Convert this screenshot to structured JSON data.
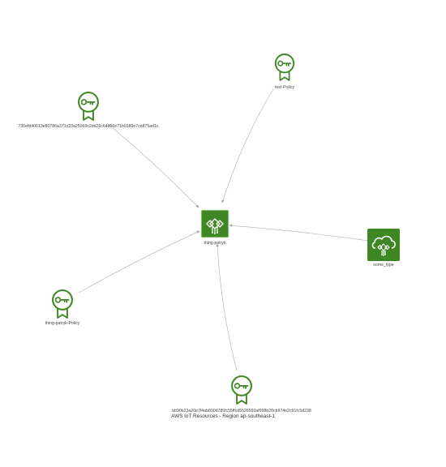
{
  "colors": {
    "edge": "#b8b8b8",
    "policy_icon": "#3f8624",
    "thing_icon_bg": "#3f8624",
    "thing_type_bg": "#3f8624",
    "text": "#444444"
  },
  "nodes": {
    "thing": {
      "label": "thing-patryk",
      "icon": "iot-thing-icon"
    },
    "thing_type": {
      "label": "some_type",
      "icon": "iot-thing-type-cloud-icon"
    },
    "test_policy": {
      "label": "test-Policy",
      "icon": "policy-key-certificate-icon"
    },
    "certificate_top": {
      "label": "730efd40613e80786a371c23a25069c2dd26c64d56e71b0180e7ca875ad1c",
      "icon": "certificate-key-icon"
    },
    "thing_policy": {
      "label": "thing-patryk-Policy",
      "icon": "policy-key-certificate-icon"
    },
    "certificate_bottom": {
      "label": "bb90b23a20e7f4ab800d785fc55ffcd5526593af998b20cb974e2c91fc5d238",
      "icon": "certificate-key-icon"
    }
  },
  "caption": "AWS IoT Resources - Region ap-southeast-1"
}
